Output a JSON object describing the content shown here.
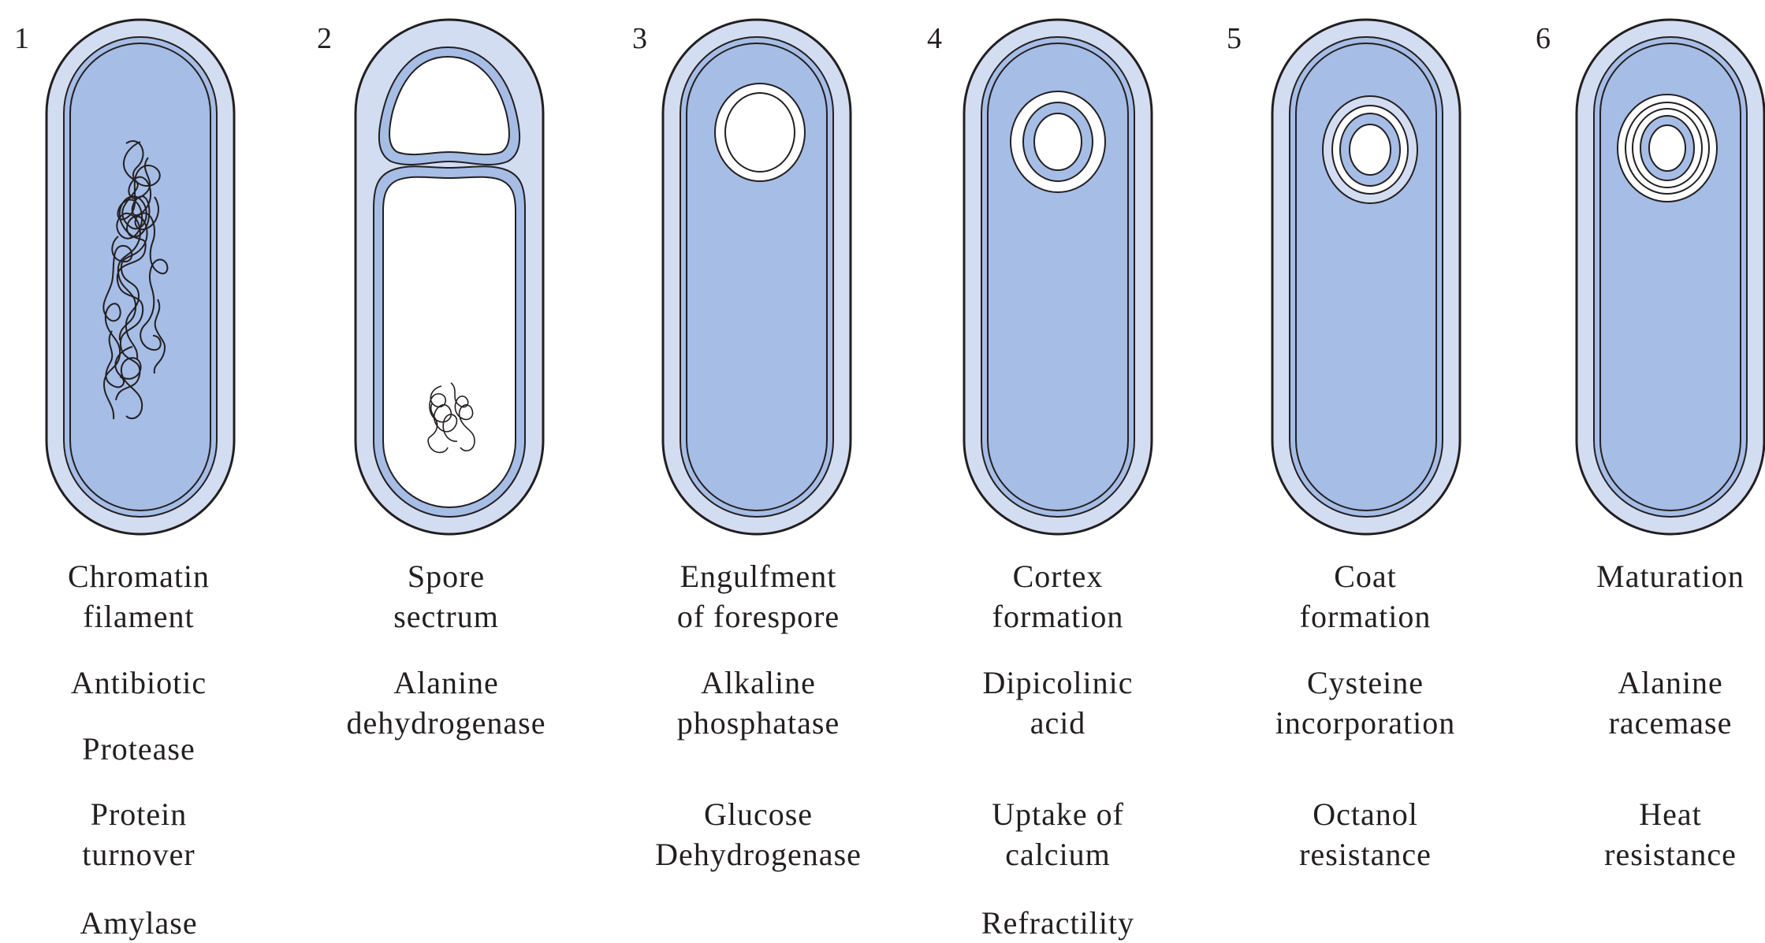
{
  "colors": {
    "outer_wall": "#d3ddf2",
    "cytoplasm": "#a6bde6",
    "stroke": "#231f20",
    "white": "#ffffff"
  },
  "stages": [
    {
      "number": "1",
      "title": "Chromatin\nfilament",
      "events": [
        "Antibiotic",
        "Protease",
        "Protein\nturnover",
        "Amylase"
      ]
    },
    {
      "number": "2",
      "title": "Spore\nsectrum",
      "events": [
        "Alanine\ndehydrogenase"
      ]
    },
    {
      "number": "3",
      "title": "Engulfment\nof forespore",
      "events": [
        "Alkaline\nphosphatase",
        "Glucose\nDehydrogenase"
      ]
    },
    {
      "number": "4",
      "title": "Cortex\nformation",
      "events": [
        "Dipicolinic\nacid",
        "Uptake of\ncalcium",
        "Refractility"
      ]
    },
    {
      "number": "5",
      "title": "Coat\nformation",
      "events": [
        "Cysteine\nincorporation",
        "Octanol\nresistance"
      ]
    },
    {
      "number": "6",
      "title": "Maturation",
      "events": [
        "Alanine\nracemase",
        "Heat\nresistance"
      ]
    }
  ]
}
